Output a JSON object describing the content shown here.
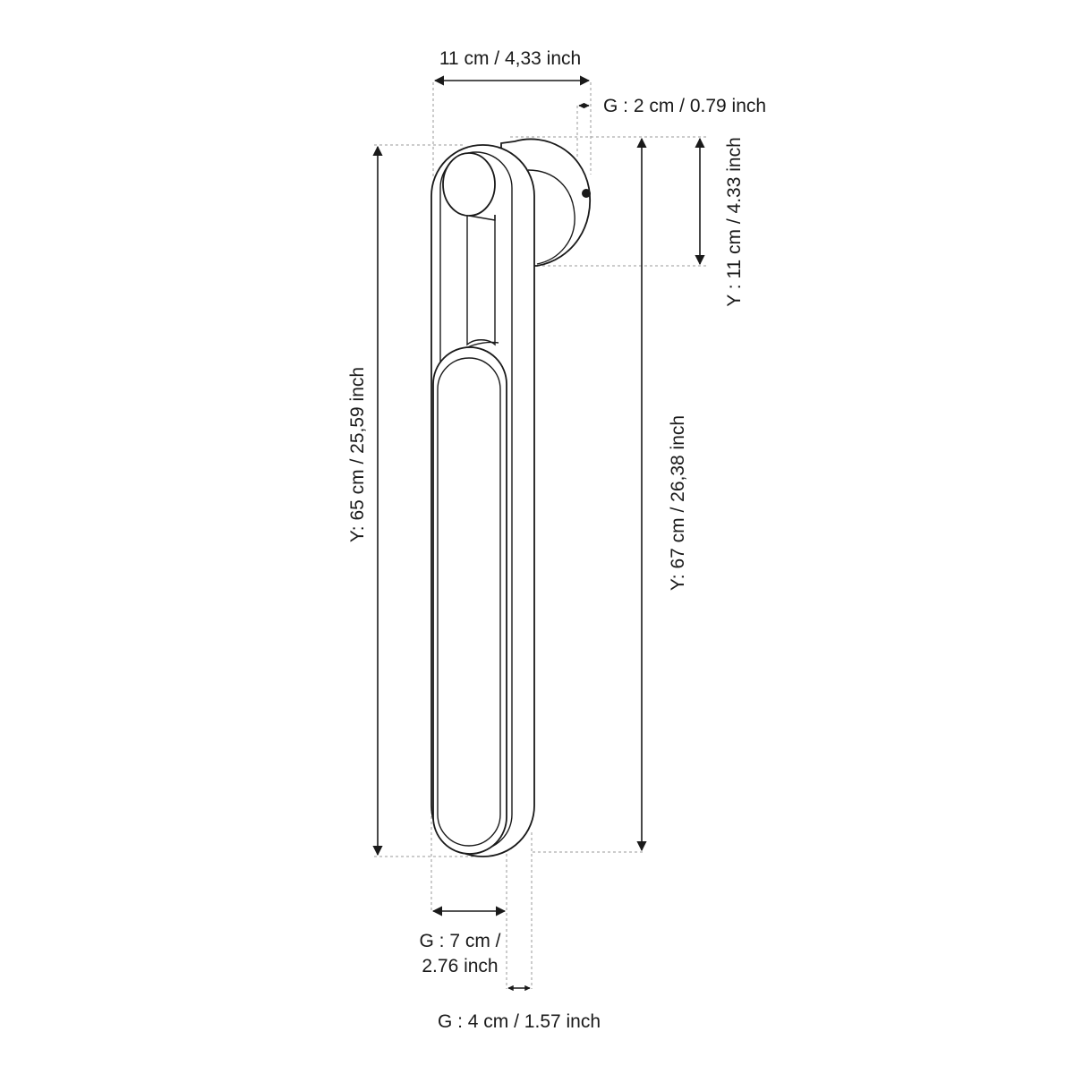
{
  "dimensions": {
    "top_width": "11 cm / 4,33 inch",
    "top_gap": "G : 2 cm / 0.79 inch",
    "right_small_height": "Y : 11 cm / 4.33 inch",
    "left_height": "Y: 65 cm / 25,59  inch",
    "right_height": "Y: 67 cm / 26,38 inch",
    "bottom_width_line1": "G : 7 cm /",
    "bottom_width_line2": "2.76 inch",
    "bottom_gap": "G : 4 cm / 1.57 inch"
  },
  "colors": {
    "line": "#1a1a1a",
    "dashed": "#9a9a9a",
    "background": "#ffffff"
  }
}
